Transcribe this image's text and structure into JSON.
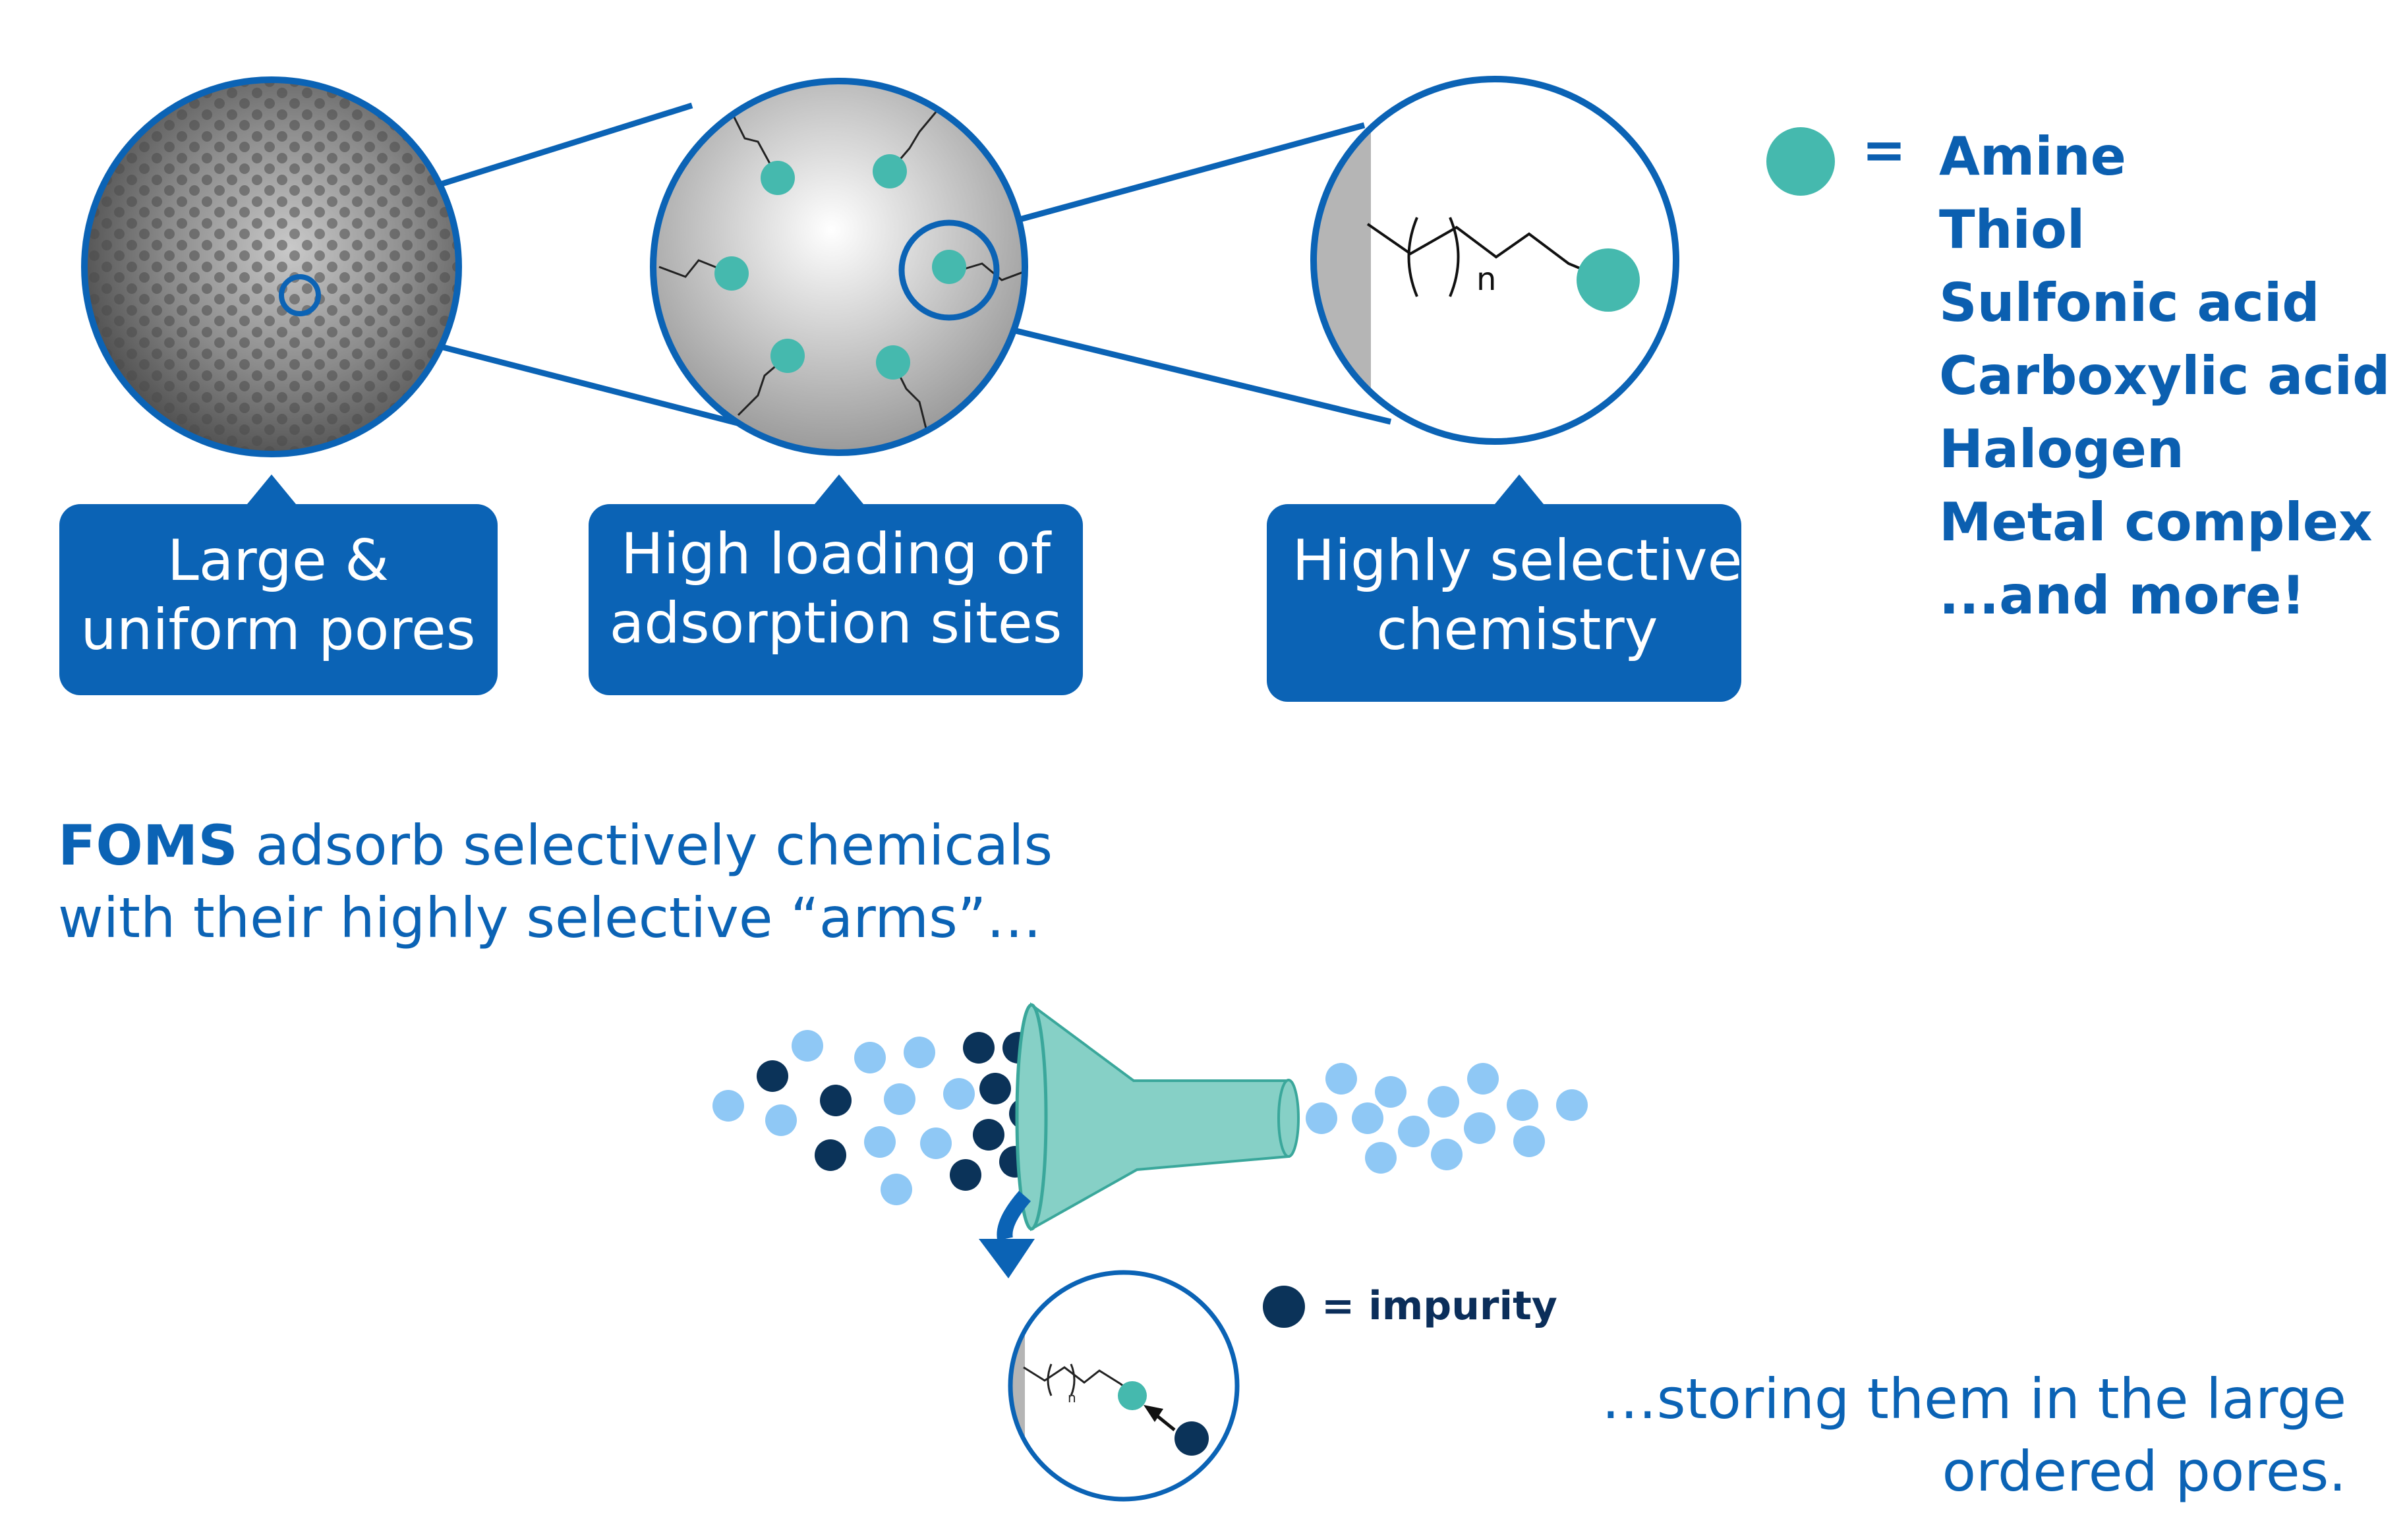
{
  "callouts": [
    {
      "line1": "Large &",
      "line2": "uniform pores"
    },
    {
      "line1": "High loading of",
      "line2": "adsorption sites"
    },
    {
      "line1": "Highly selective",
      "line2": "chemistry"
    }
  ],
  "legend": {
    "equals": "=",
    "items": [
      "Amine",
      "Thiol",
      "Sulfonic acid",
      "Carboxylic acid",
      "Halogen",
      "Metal complex",
      "...and more!"
    ]
  },
  "chain_label": "n",
  "chain_label_small": "n",
  "description": {
    "bold": "FOMS",
    "rest_line1": " adsorb selectively chemicals",
    "line2": "with their highly selective “arms”…"
  },
  "impurity_legend": "= impurity",
  "storing": {
    "line1": "…storing them in the large",
    "line2": "ordered pores."
  },
  "colors": {
    "brand_blue": "#0b63b5",
    "teal": "#45b9ae",
    "impurity": "#0b3359",
    "light_particle": "#8fc8f5",
    "funnel": "#86d0c6"
  }
}
